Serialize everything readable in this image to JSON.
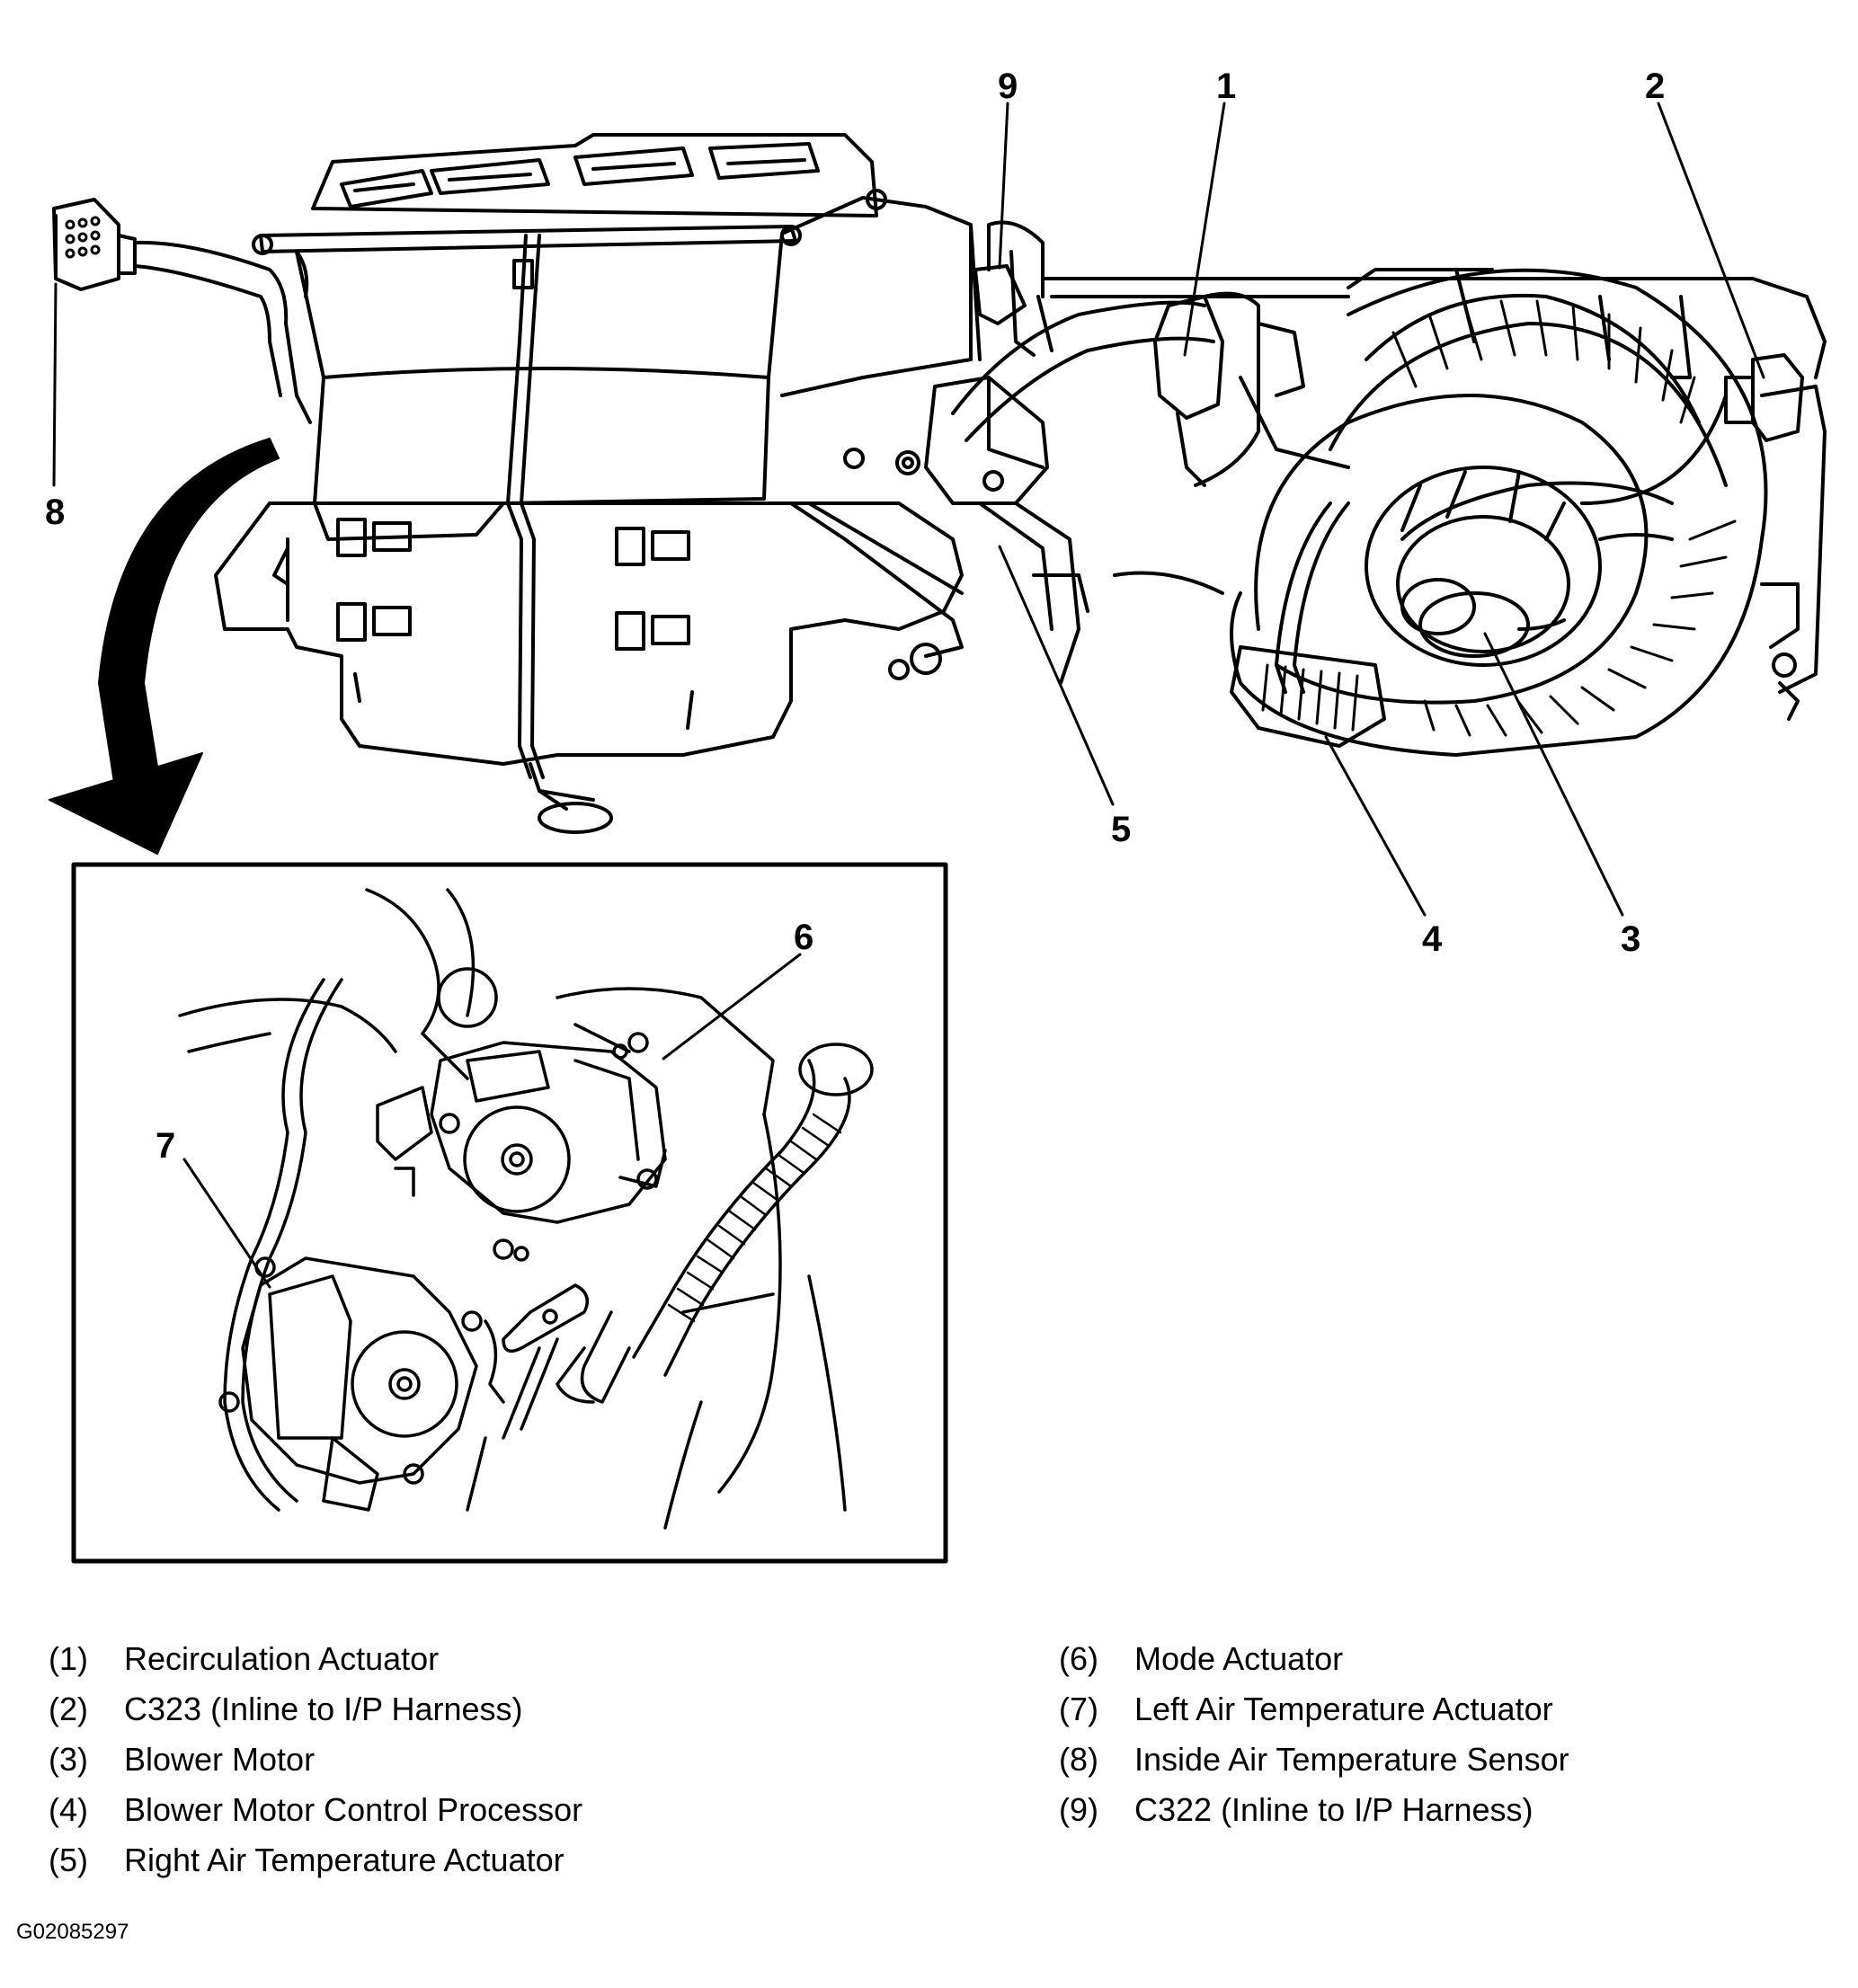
{
  "callouts": [
    "9",
    "1",
    "2",
    "8",
    "5",
    "4",
    "3",
    "6",
    "7"
  ],
  "legend": {
    "left": [
      {
        "num": "(1)",
        "label": "Recirculation Actuator"
      },
      {
        "num": "(2)",
        "label": "C323 (Inline to I/P Harness)"
      },
      {
        "num": "(3)",
        "label": "Blower Motor"
      },
      {
        "num": "(4)",
        "label": "Blower Motor Control Processor"
      },
      {
        "num": "(5)",
        "label": "Right Air Temperature Actuator"
      }
    ],
    "right": [
      {
        "num": "(6)",
        "label": "Mode Actuator"
      },
      {
        "num": "(7)",
        "label": "Left Air Temperature Actuator"
      },
      {
        "num": "(8)",
        "label": "Inside Air Temperature Sensor"
      },
      {
        "num": "(9)",
        "label": "C322 (Inline to I/P Harness)"
      }
    ]
  },
  "figure_code": "G02085297"
}
